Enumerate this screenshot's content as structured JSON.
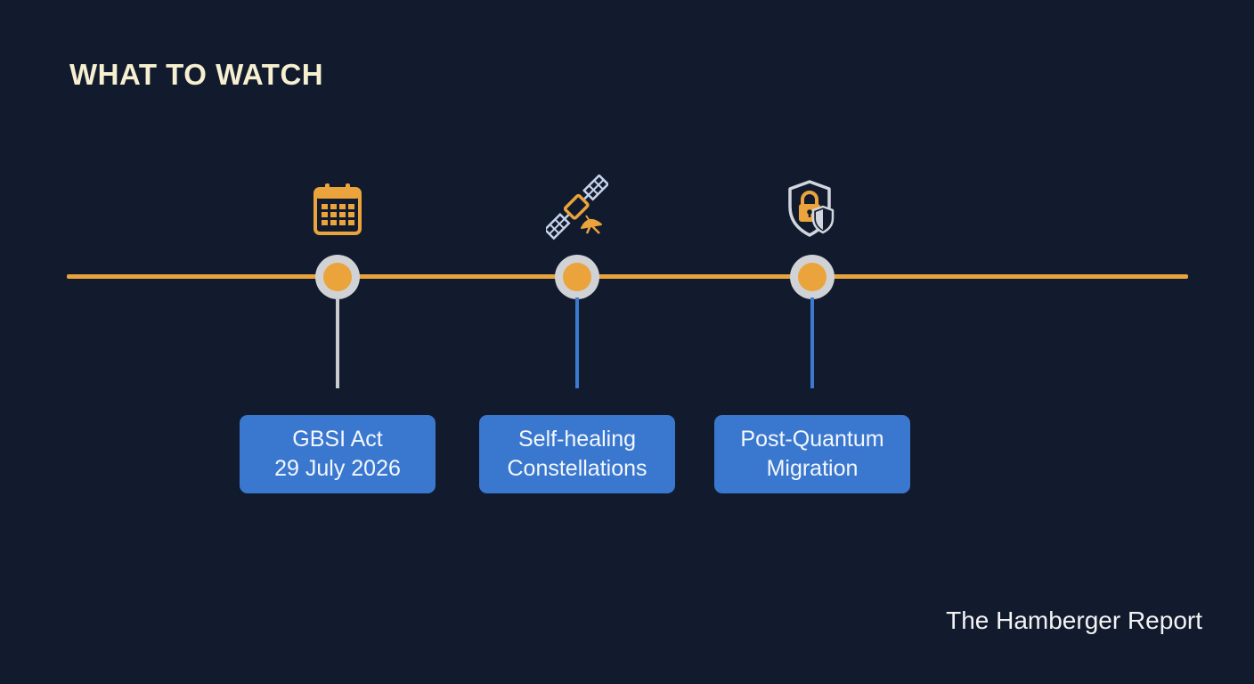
{
  "title": "WHAT TO WATCH",
  "milestones": [
    {
      "icon": "calendar-icon",
      "label_lines": [
        "GBSI Act",
        "29 July 2026"
      ]
    },
    {
      "icon": "satellite-icon",
      "label_lines": [
        "Self-healing",
        "Constellations"
      ]
    },
    {
      "icon": "shield-lock-icon",
      "label_lines": [
        "Post-Quantum",
        "Migration"
      ]
    }
  ],
  "footer": "The Hamberger Report",
  "colors": {
    "background": "#121b2e",
    "timeline": "#e8a33d",
    "node_fill": "#eba33c",
    "box": "#3a78cf",
    "title": "#f6efd0"
  }
}
